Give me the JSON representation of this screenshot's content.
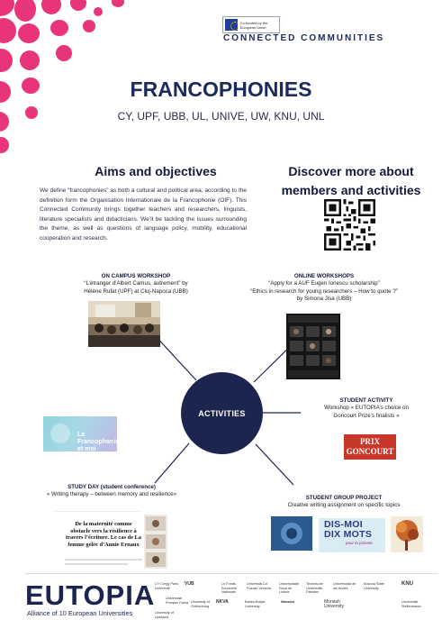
{
  "header": {
    "eu_badge": "Co-funded by the European Union",
    "community": "CONNECTED COMMUNITIES",
    "title": "FRANCOPHONIES",
    "partners": "CY, UPF, UBB, UL, UNIVE, UW, KNU, UNL"
  },
  "aims": {
    "heading": "Aims and objectives",
    "text": "We define “francophonies” as both a cultural and political area, according to the definition form the Organisation Internationale de la Francophonie (OIF). This Connected Community brings together teachers and researchers, linguists, literature specialists and didacticians. We’ll be tackling the issues surrounding the theme, as well as questions of language policy, mobility, educational cooperation and research."
  },
  "discover": {
    "heading": "Discover more about members and activities"
  },
  "activities": {
    "center": "ACTIVITIES",
    "campus": {
      "title": "ON CAMPUS WORKSHOP",
      "line1": "“L’étranger d’Albert Camus, autrement” by",
      "line2": "Hélène Rufat (UPF) at Cluj-Napoca (UBB)"
    },
    "online": {
      "title": "ONLINE WORKSHOPS",
      "line1": "“Apply for a AUF Eugen Ionescu scholarship”",
      "line2": "“Ethics in research for young researchers – How to quote ?”",
      "line3": "by Simona Jisa (UBB)"
    },
    "student": {
      "title": "STUDENT ACTIVITY",
      "line1": "Workshop « EUTOPIA’s choice on",
      "line2": "Goncourt Prize’s finalists »",
      "prix_line1": "PRIX",
      "prix_line2": "GONCOURT"
    },
    "study": {
      "title": "STUDY DAY (student conference)",
      "line1": "« Writing therapy – between memory and resilience»",
      "doc_title": "De la maternité comme obstacle vers la résilience à travers l’écriture. Le cas de La femme gelée d’Annie Ernaux"
    },
    "group": {
      "title": "STUDENT GROUP PROJECT",
      "line1": "Creative writing assignment on specific topics",
      "dire_line1": "DIS-MOI",
      "dire_line2": "DIX MOTS",
      "dire_sub": "pour la planete"
    },
    "francophonie_badge": {
      "line1": "La",
      "line2": "Francophonie",
      "line3": "et moi"
    }
  },
  "footer": {
    "logo": "EUTOPIA",
    "tagline": "Alliance of 10 European Universities",
    "partner_logos": [
      "CY Cergy Paris Université",
      "VUB",
      "Le Fonds Economie Nationale",
      "Università Ca' Foscari Venezia",
      "Universidade Nova de Lisboa",
      "Technische Universität Dresden",
      "Universitat Pompeu Fabra",
      "Universidad de los Andes",
      "Arizona State University",
      "KNU",
      "University of Ljubljana",
      "University of Gothenburg",
      "NKVA",
      "Babeș-Bolyai University",
      "Warwick",
      "Monash University",
      "Universität Stellenbosch"
    ]
  },
  "colors": {
    "accent_pink": "#e8357a",
    "navy": "#1c2450"
  }
}
